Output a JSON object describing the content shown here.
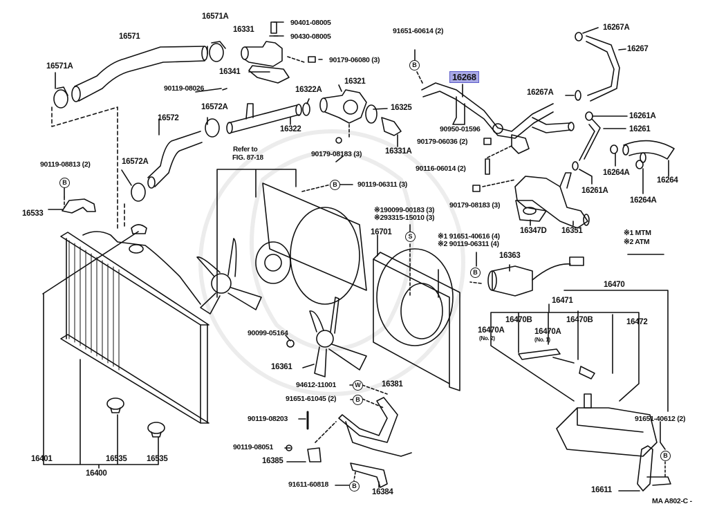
{
  "diagram": {
    "drawing_code": "MA A802-C -",
    "refer_note": {
      "line1": "Refer to",
      "line2": "FIG. 87-18"
    },
    "legend": [
      {
        "mark": "※1",
        "text": "MTM"
      },
      {
        "mark": "※2",
        "text": "ATM"
      }
    ],
    "symbols": {
      "B": "B",
      "S": "S",
      "W": "W"
    },
    "highlighted_part": "16268",
    "labels": {
      "p16571": "16571",
      "p16571A_top": "16571A",
      "p16571A_left": "16571A",
      "p16331": "16331",
      "p90401": "90401-08005",
      "p90430": "90430-08005",
      "p90179_06080": "90179-06080 (3)",
      "p16341": "16341",
      "p90119_08026": "90119-08026",
      "p16322A": "16322A",
      "p16321": "16321",
      "p16325": "16325",
      "p16322": "16322",
      "p16572A_top": "16572A",
      "p16572": "16572",
      "p16572A_mid": "16572A",
      "p90119_08813": "90119-08813 (2)",
      "p16533": "16533",
      "p90179_08183_top": "90179-08183 (3)",
      "p16331A": "16331A",
      "p91651_60614": "91651-60614 (2)",
      "p16268": "16268",
      "p16267A_top": "16267A",
      "p16267": "16267",
      "p16267A_mid": "16267A",
      "p90950": "90950-01596",
      "p90179_06036": "90179-06036 (2)",
      "p16261A_top": "16261A",
      "p16261": "16261",
      "p90116": "90116-06014 (2)",
      "p16264A_left": "16264A",
      "p16264": "16264",
      "p16261A_low": "16261A",
      "p16264A_low": "16264A",
      "p90119_06311_3": "90119-06311 (3)",
      "p90179_08183_mid": "90179-08183 (3)",
      "p16347D": "16347D",
      "p16351": "16351",
      "p90099_00183": "90099-00183 (3)",
      "p93315": "93315-15010 (3)",
      "p16701": "16701",
      "p91651_40616": "91651-40616 (4)",
      "p90119_06311_4": "90119-06311 (4)",
      "p16363": "16363",
      "p16470": "16470",
      "p16471": "16471",
      "p16470B_1": "16470B",
      "p16470B_2": "16470B",
      "p16470A_no2": "16470A",
      "p16470A_no2_sub": "(No. 2)",
      "p16470A_no1": "16470A",
      "p16470A_no1_sub": "(No. 1)",
      "p16472": "16472",
      "p90099_05164": "90099-05164",
      "p16361": "16361",
      "p94612": "94612-11001",
      "p16381": "16381",
      "p91651_61045": "91651-61045 (2)",
      "p90119_08203": "90119-08203",
      "p90119_08051": "90119-08051",
      "p16385": "16385",
      "p91611": "91611-60818",
      "p16384": "16384",
      "p91651_40612": "91651-40612 (2)",
      "p16611": "16611",
      "p16401": "16401",
      "p16400": "16400",
      "p16535_a": "16535",
      "p16535_b": "16535"
    }
  }
}
